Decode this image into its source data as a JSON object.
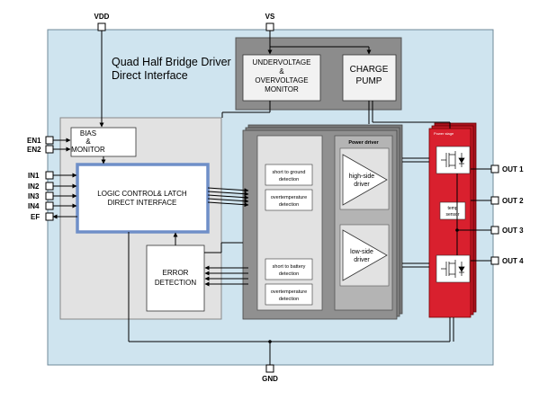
{
  "diagram": {
    "title_line1": "Quad Half Bridge Driver",
    "title_line2": "Direct Interface",
    "pins": {
      "vdd": "VDD",
      "vs": "VS",
      "gnd": "GND",
      "en1": "EN1",
      "en2": "EN2",
      "in1": "IN1",
      "in2": "IN2",
      "in3": "IN3",
      "in4": "IN4",
      "ef": "EF",
      "out1": "OUT 1",
      "out2": "OUT 2",
      "out3": "OUT 3",
      "out4": "OUT 4"
    },
    "blocks": {
      "uv_line1": "UNDERVOLTAGE",
      "uv_line2": "&",
      "uv_line3": "OVERVOLTAGE",
      "uv_line4": "MONITOR",
      "cp_line1": "CHARGE",
      "cp_line2": "PUMP",
      "bias_line1": "BIAS",
      "bias_line2": "&",
      "bias_line3": "MONITOR",
      "logic_line1": "LOGIC CONTROL& LATCH",
      "logic_line2": "DIRECT INTERFACE",
      "err_line1": "ERROR",
      "err_line2": "DETECTION",
      "power_driver": "Power driver",
      "hs_line1": "high-side",
      "hs_line2": "driver",
      "ls_line1": "low-side",
      "ls_line2": "driver",
      "sg_line1": "short to ground",
      "sg_line2": "detection",
      "ot1_line1": "overtemperature",
      "ot1_line2": "detection",
      "sb_line1": "short to battery",
      "sb_line2": "detection",
      "ot2_line1": "overtemperature",
      "ot2_line2": "detection",
      "temp_line1": "temp",
      "temp_line2": "sensor",
      "power_stage": "Power stage"
    },
    "colors": {
      "chip_bg": "#cfe4ef",
      "gray_block": "#8c8c8c",
      "light_block": "#e2e2e2",
      "logic_border": "#6f8fc8",
      "power_stage": "#d9202e"
    }
  }
}
